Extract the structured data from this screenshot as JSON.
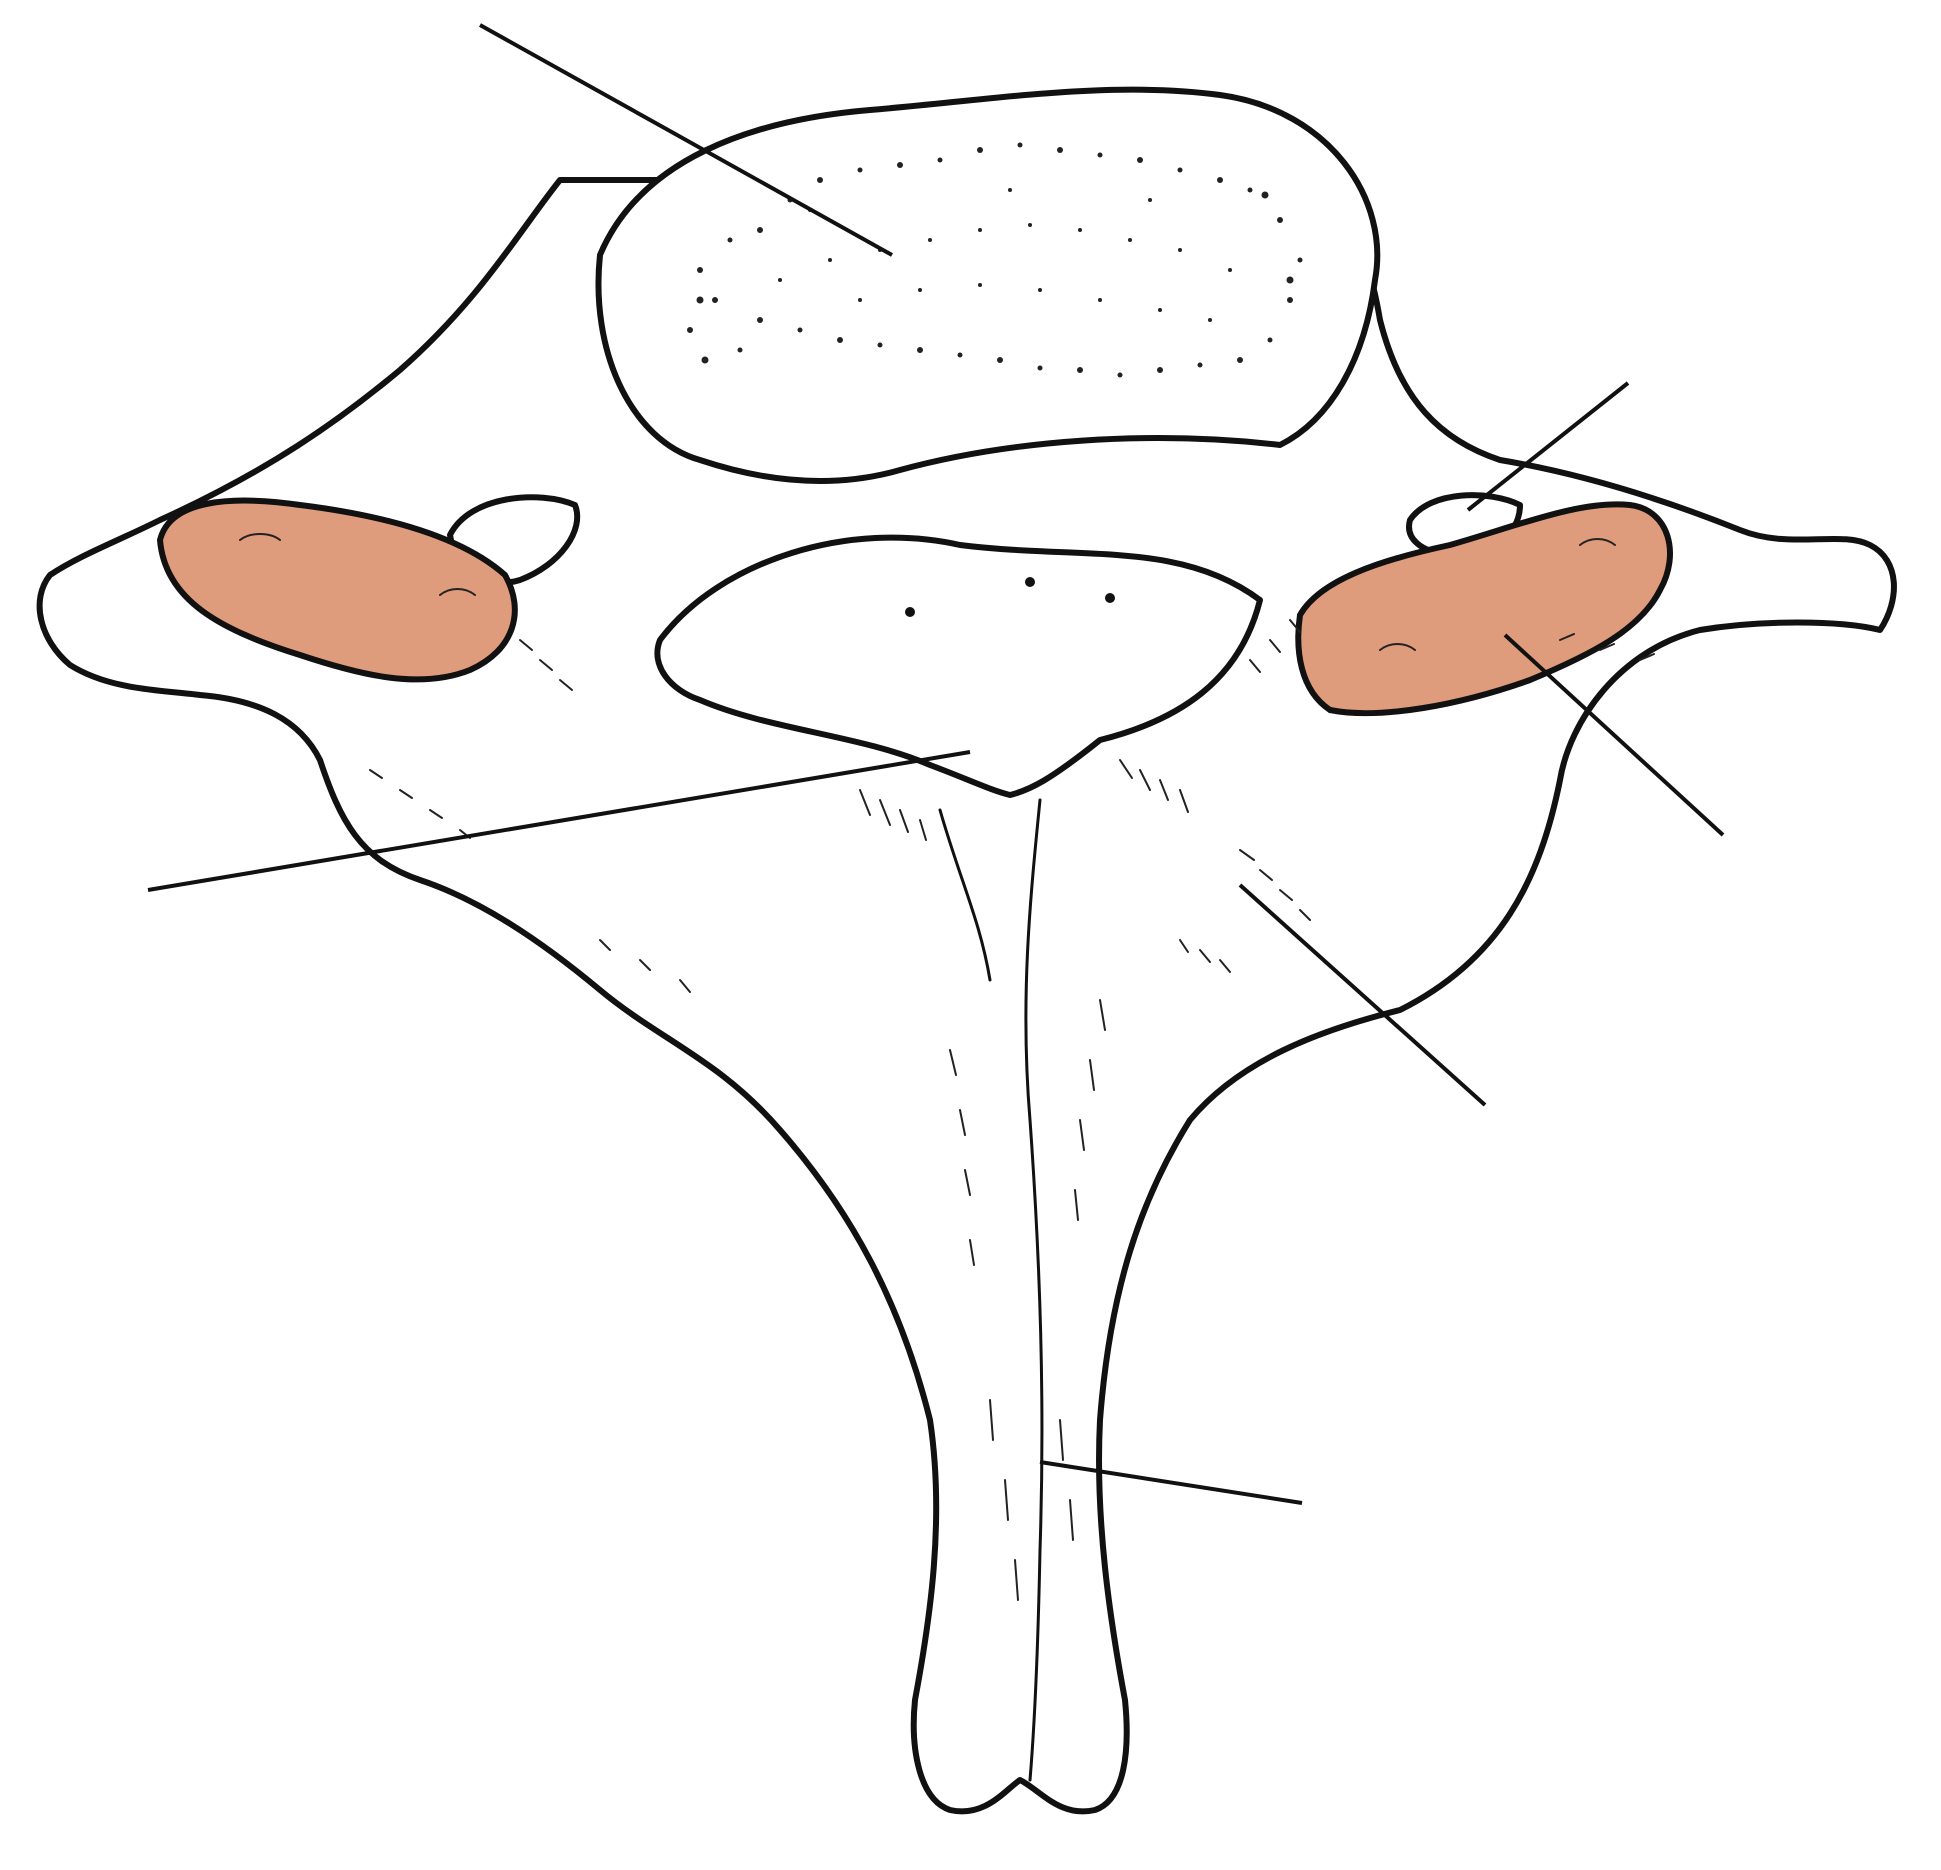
{
  "diagram": {
    "subject": "vertebra-superior-view",
    "colors": {
      "outline": "#111111",
      "bone": "#ffffff",
      "articular_facet": "#df9c7c"
    },
    "labels": [
      {
        "id": "vertebral-body",
        "text": ""
      },
      {
        "id": "transverse-foramen",
        "text": ""
      },
      {
        "id": "superior-articular-facet",
        "text": ""
      },
      {
        "id": "lamina",
        "text": ""
      },
      {
        "id": "vertebral-foramen",
        "text": ""
      },
      {
        "id": "spinous-process",
        "text": ""
      }
    ]
  }
}
